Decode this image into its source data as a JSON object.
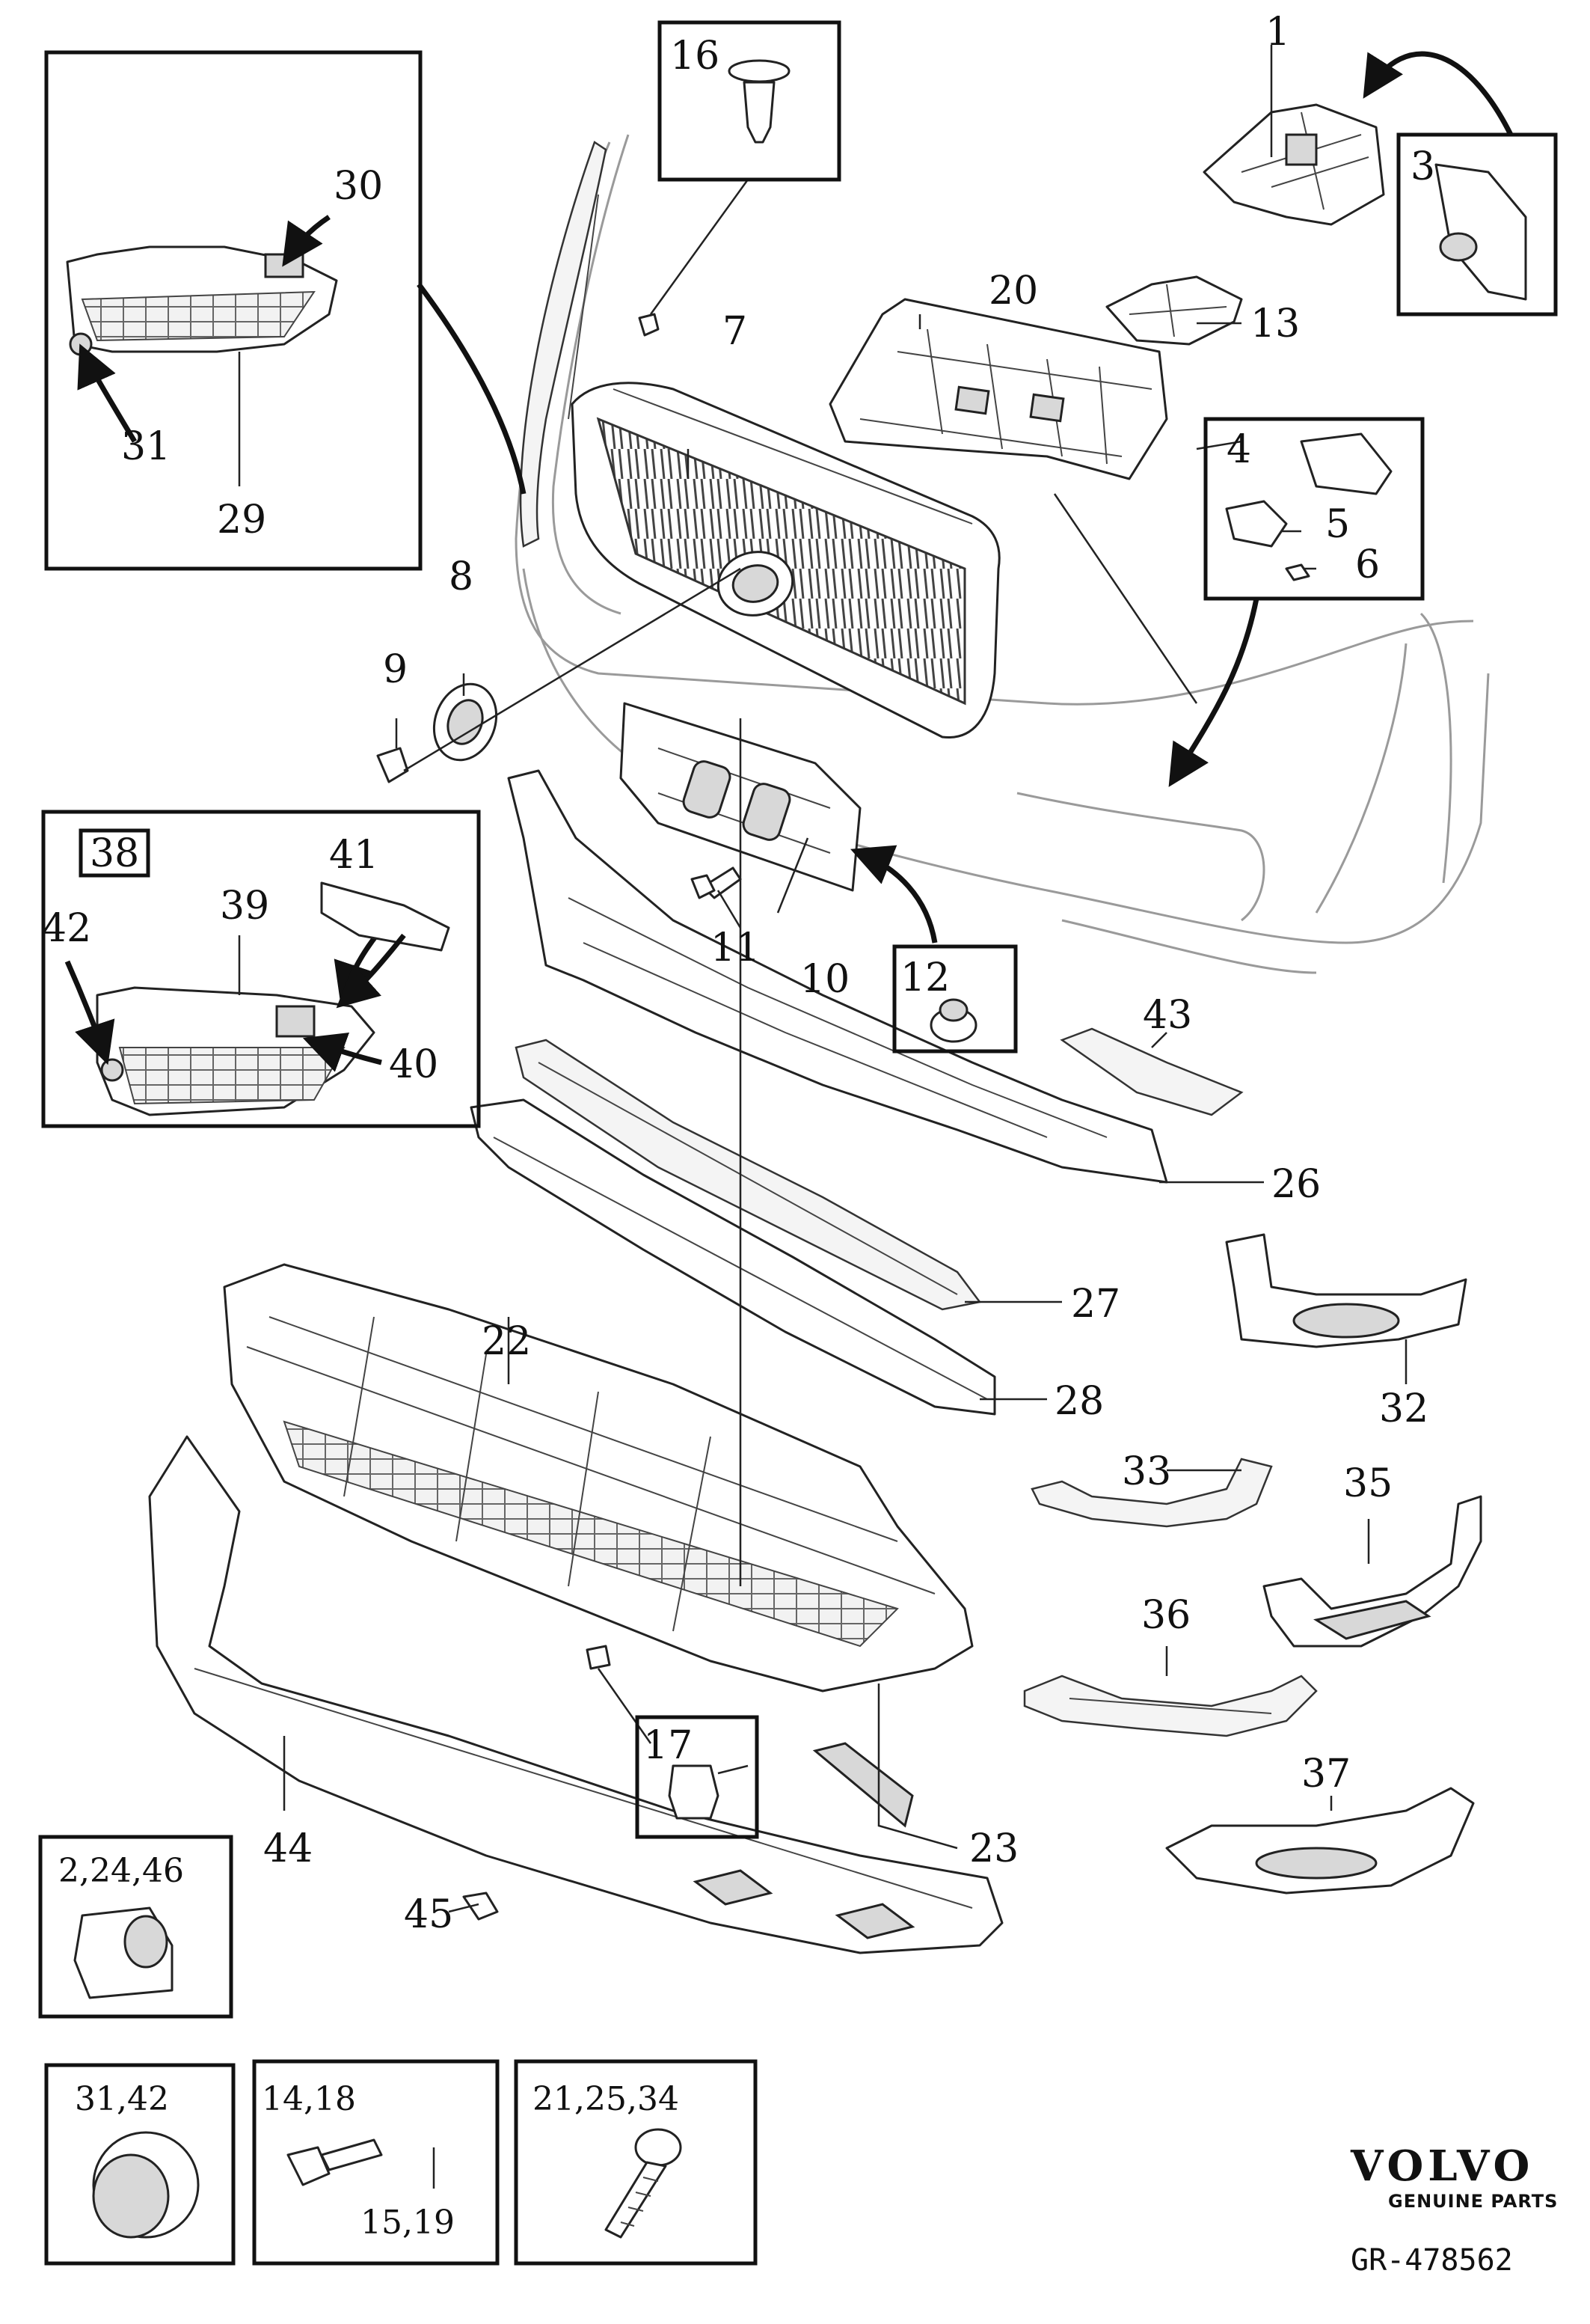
{
  "callouts": {
    "c1": "1",
    "c3": "3",
    "c4": "4",
    "c5": "5",
    "c6": "6",
    "c7": "7",
    "c8": "8",
    "c9": "9",
    "c10": "10",
    "c11": "11",
    "c12": "12",
    "c13": "13",
    "c16": "16",
    "c17": "17",
    "c20": "20",
    "c22": "22",
    "c23": "23",
    "c26": "26",
    "c27": "27",
    "c28": "28",
    "c29": "29",
    "c30": "30",
    "c31": "31",
    "c32": "32",
    "c33": "33",
    "c35": "35",
    "c36": "36",
    "c37": "37",
    "c38": "38",
    "c39": "39",
    "c40": "40",
    "c41": "41",
    "c42": "42",
    "c43": "43",
    "c44": "44",
    "c45": "45"
  },
  "detail_boxes": {
    "sensor_box": "2,24,46",
    "sensor_small_box": "31,42",
    "bolt_box_top": "14,18",
    "bolt_box_bottom": "15,19",
    "screw_box": "21,25,34"
  },
  "branding": {
    "brand": "VOLVO",
    "tagline": "GENUINE PARTS",
    "reference": "GR-478562"
  }
}
